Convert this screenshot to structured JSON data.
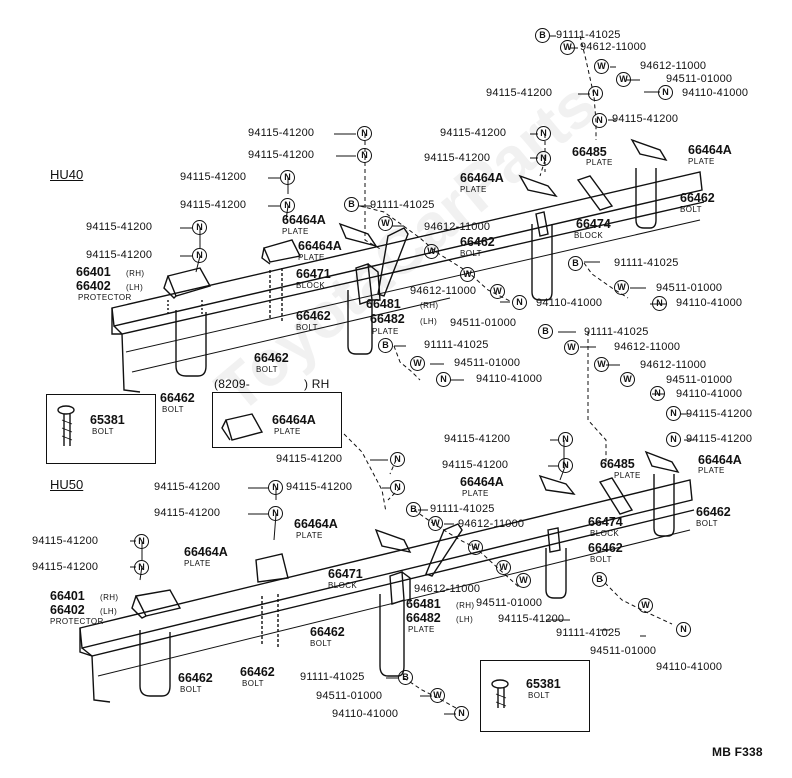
{
  "markers": {
    "bolt": "B",
    "washer": "W",
    "nut": "N"
  },
  "hu40": {
    "section_label": "HU40",
    "right_top": {
      "bolt1": "91111-41025",
      "washer1": "94612-11000",
      "washer2": "94612-11000",
      "washer3": "94511-01000",
      "nut_top": "94110-41000",
      "nut_left": "94115-41200",
      "nut_side": "94115-41200",
      "plate_b": "66485",
      "plate_b_label": "PLATE",
      "plate_a": "66464A",
      "plate_a_label": "PLATE",
      "bolt_u": "66462",
      "bolt_u_label": "BOLT",
      "block": "66474",
      "block_label": "BLOCK",
      "bolt2": "91111-41025",
      "washer4": "94511-01000",
      "nut4": "94110-41000"
    },
    "center": {
      "nut1": "94115-41200",
      "nut2": "94115-41200",
      "nut3": "94115-41200",
      "nut4": "94115-41200",
      "plate_a": "66464A",
      "plate_a_label": "PLATE",
      "bolt": "91111-41025",
      "washer": "94612-11000",
      "u_bolt": "66462",
      "u_bolt_label": "BOLT",
      "washer2": "94612-11000",
      "nut5": "94110-41000",
      "washer3": "94511-01000",
      "plate_rh": "66481",
      "rh": "(RH)",
      "plate_lh": "66482",
      "lh": "(LH)",
      "plate_label": "PLATE",
      "bolt3": "91111-41025",
      "washer4": "94511-01000",
      "nut6": "94110-41000"
    },
    "left": {
      "nut1": "94115-41200",
      "nut2": "94115-41200",
      "nut3": "94115-41200",
      "nut4": "94115-41200",
      "plate_a1": "66464A",
      "plate_a2": "66464A",
      "plate_label": "PLATE",
      "block": "66471",
      "block_label": "BLOCK",
      "protector_rh": "66401",
      "rh": "(RH)",
      "protector_lh": "66402",
      "lh": "(LH)",
      "protector_label": "PROTECTOR",
      "u_bolt1": "66462",
      "u_bolt2": "66462",
      "u_bolt3": "66462",
      "bolt_label": "BOLT"
    },
    "right_mid": {
      "bolt": "91111-41025",
      "washer1": "94612-11000",
      "washer2": "94612-11000",
      "washer3": "94511-01000",
      "nut1": "94110-41000",
      "nut2": "94115-41200"
    }
  },
  "inset_bolt_1": {
    "part": "65381",
    "label": "BOLT"
  },
  "inset_plate": {
    "title": "(8209-",
    "title_side": ") RH",
    "part": "66464A",
    "label": "PLATE"
  },
  "hu50": {
    "section_label": "HU50",
    "left": {
      "nut1": "94115-41200",
      "nut2": "94115-41200",
      "nut3": "94115-41200",
      "nut4": "94115-41200",
      "plate_a1": "66464A",
      "plate_a2": "66464A",
      "plate_label": "PLATE",
      "block": "66471",
      "block_label": "BLOCK",
      "protector_rh": "66401",
      "rh": "(RH)",
      "protector_lh": "66402",
      "lh": "(LH)",
      "protector_label": "PROTECTOR",
      "u_bolt1": "66462",
      "u_bolt2": "66462",
      "u_bolt3": "66462",
      "bolt_label": "BOLT"
    },
    "center": {
      "nut1": "94115-41200",
      "nut2": "94115-41200",
      "nut3": "94115-41200",
      "plate_a": "66464A",
      "plate_label": "PLATE",
      "bolt": "91111-41025",
      "washer": "94612-11000",
      "washer2": "94612-11000",
      "plate_rh": "66481",
      "rh": "(RH)",
      "plate_lh": "66482",
      "lh": "(LH)",
      "washer3": "94511-01000",
      "nut4": "94115-41200",
      "block": "66474",
      "block_label": "BLOCK",
      "u_bolt": "66462",
      "u_bolt_label": "BOLT",
      "plate_b": "66485",
      "plate_b_label": "PLATE",
      "bolt2": "91111-41025",
      "washer4": "94511-01000",
      "nut5": "94110-41000"
    },
    "right": {
      "nut1": "94115-41200",
      "plate_a": "66464A",
      "plate_label": "PLATE",
      "u_bolt": "66462",
      "bolt_label": "BOLT",
      "bolt": "91111-41025",
      "washer": "94511-01000",
      "nut": "94110-41000"
    }
  },
  "inset_bolt_2": {
    "part": "65381",
    "label": "BOLT"
  },
  "diagram_code": "MB F338"
}
